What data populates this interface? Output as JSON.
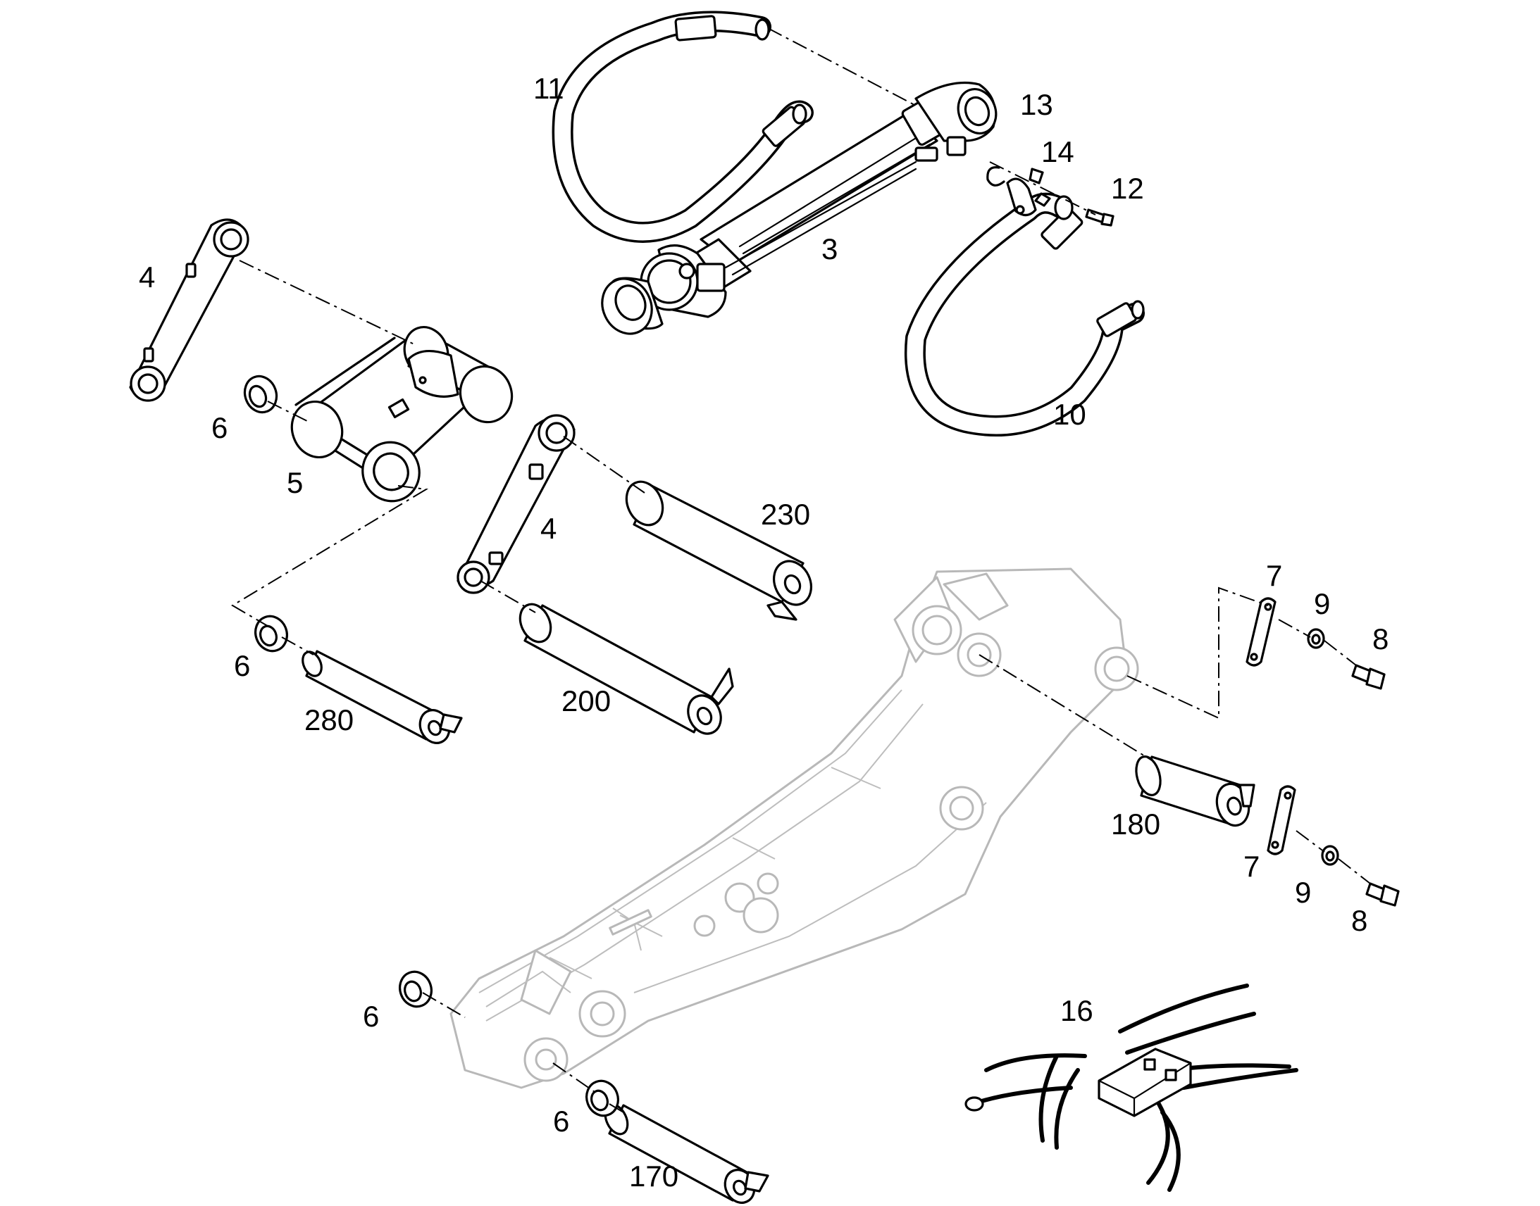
{
  "labels": {
    "hose_upper": "11",
    "snap_ring_13": "13",
    "clamp_14": "14",
    "bolt_12": "12",
    "cylinder": "3",
    "hose_lower": "10",
    "link_top": "4",
    "washer_top": "6",
    "link_frame": "5",
    "link_mid": "4",
    "pin_230": "230",
    "washer_mid": "6",
    "pin_280": "280",
    "pin_200": "200",
    "plate_upper": "7",
    "washer_9_upper": "9",
    "bolt_8_upper": "8",
    "pin_180": "180",
    "plate_lower": "7",
    "washer_9_lower": "9",
    "bolt_8_lower": "8",
    "washer_boom": "6",
    "washer_bottom": "6",
    "pin_170": "170",
    "valve_block": "16"
  },
  "colors": {
    "line": "#000000",
    "ghost": "#b8b8b8",
    "background": "#ffffff"
  }
}
